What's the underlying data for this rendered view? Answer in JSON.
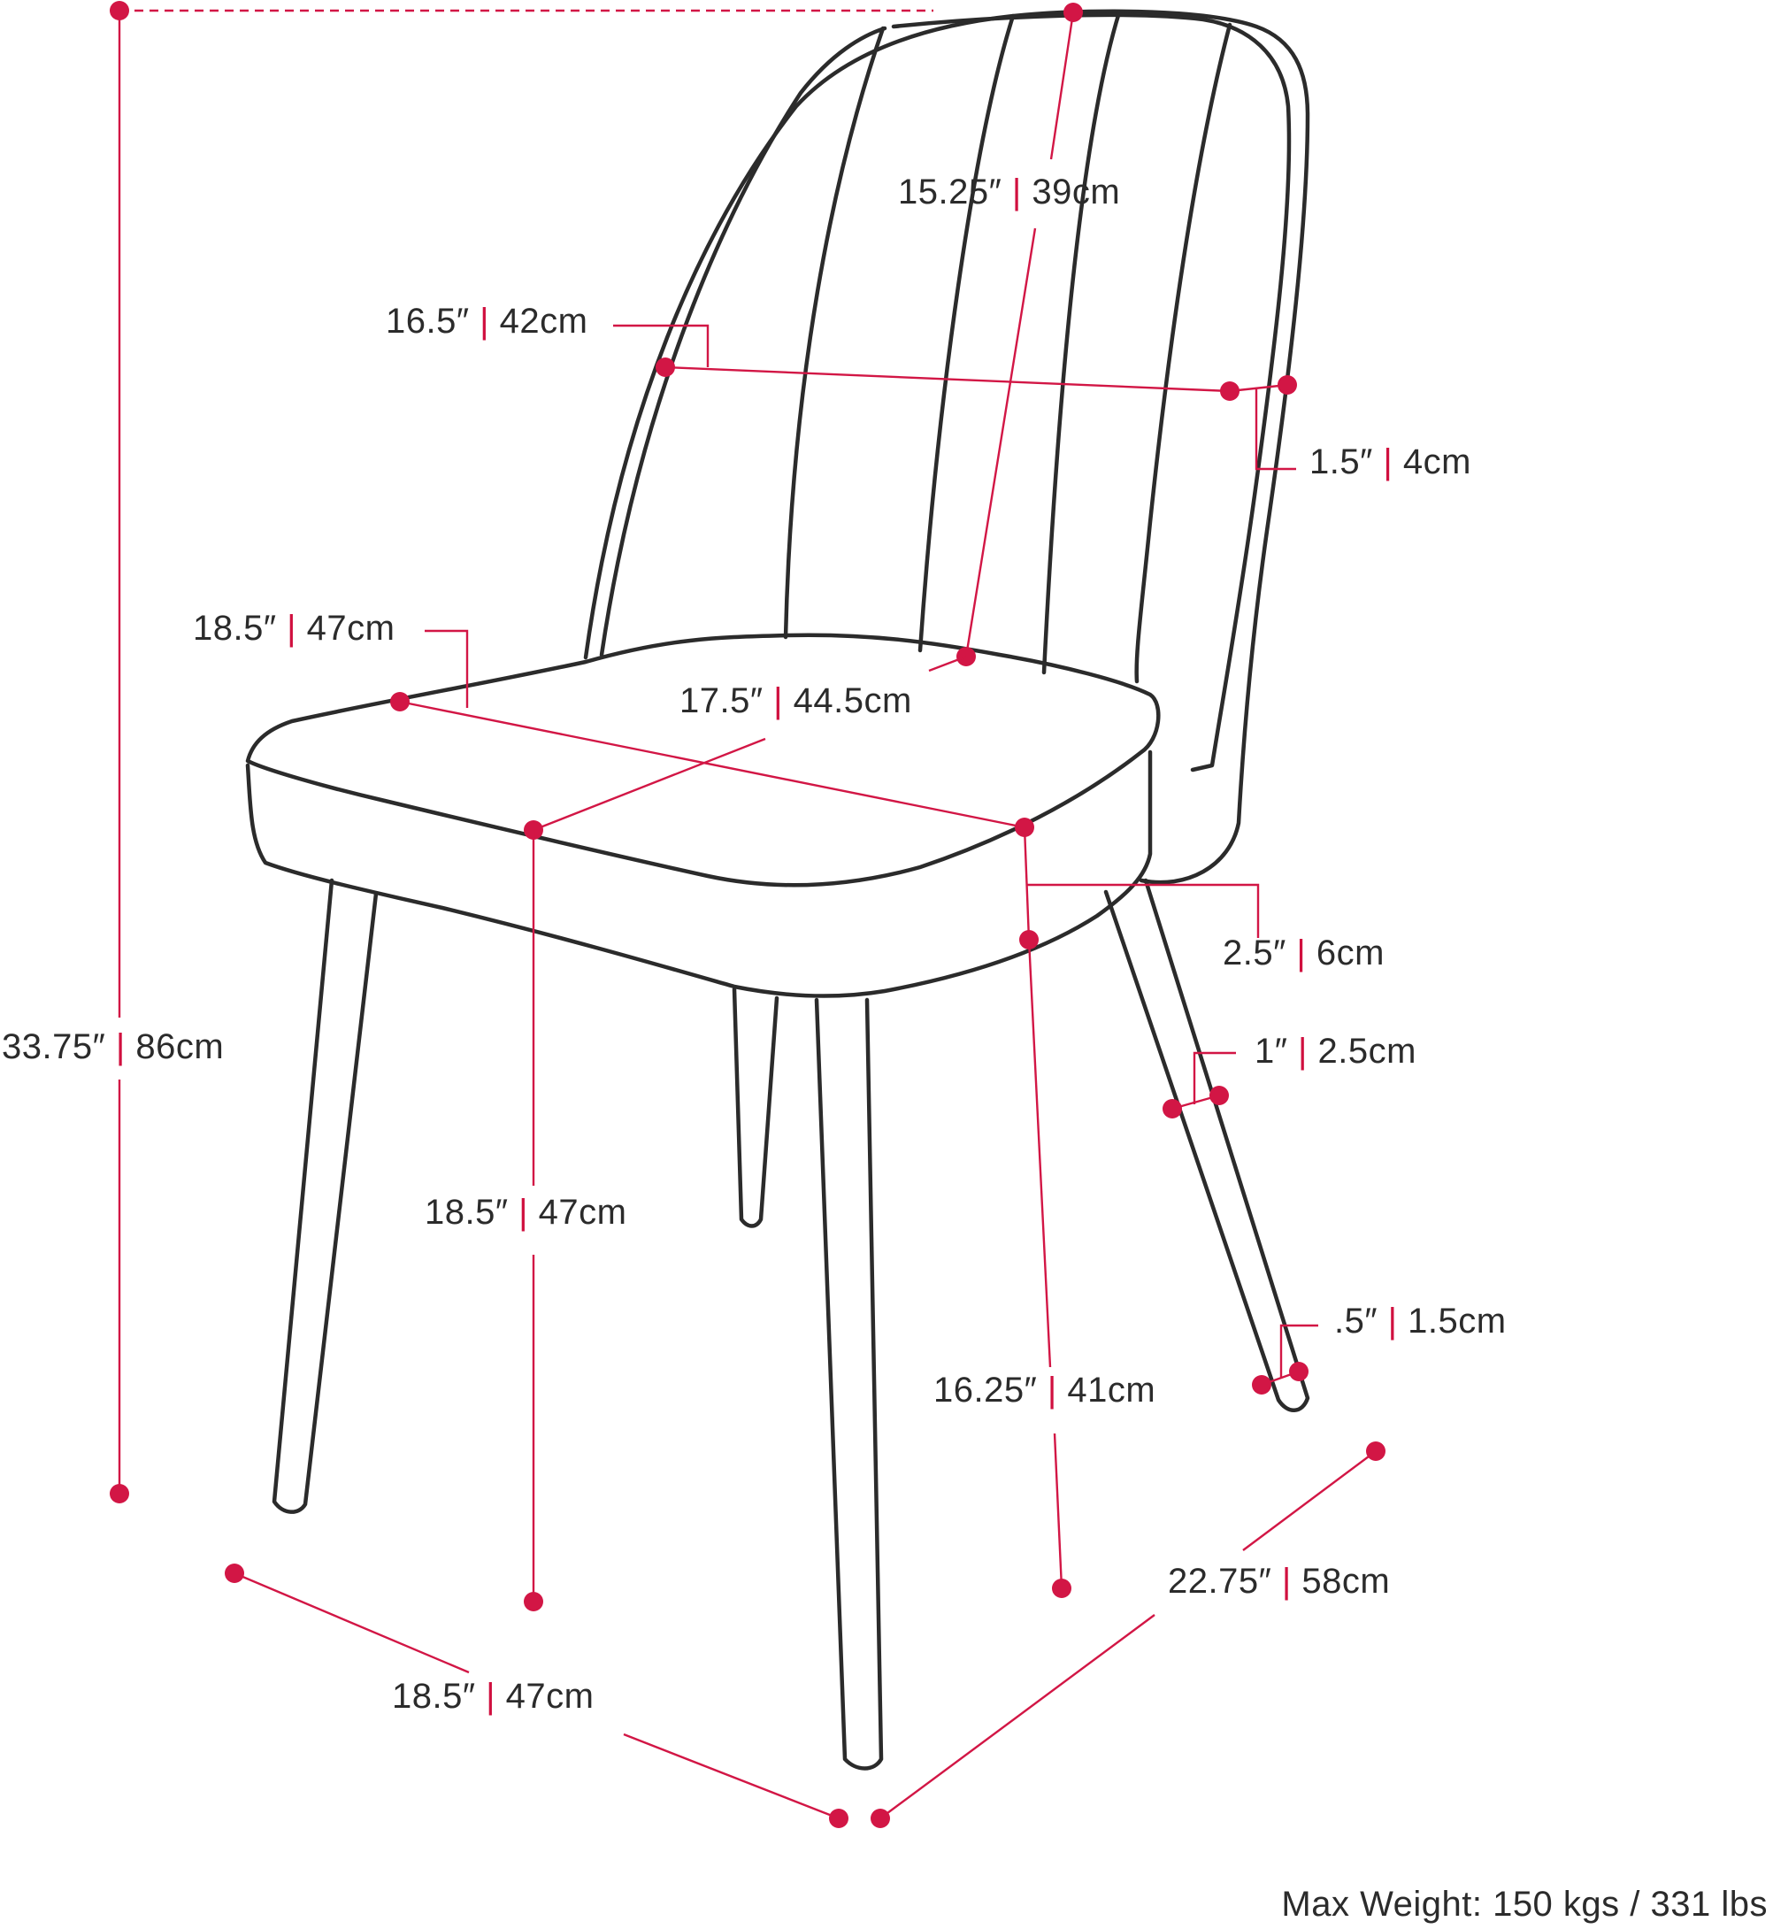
{
  "accent_color": "#d21645",
  "outline_color": "#2b2b2b",
  "dimensions": {
    "overall_height": {
      "imperial": "33.75″",
      "metric": "86cm"
    },
    "back_height": {
      "imperial": "15.25″",
      "metric": "39cm"
    },
    "back_width": {
      "imperial": "16.5″",
      "metric": "42cm"
    },
    "back_thickness": {
      "imperial": "1.5″",
      "metric": "4cm"
    },
    "seat_width": {
      "imperial": "18.5″",
      "metric": "47cm"
    },
    "seat_depth": {
      "imperial": "17.5″",
      "metric": "44.5cm"
    },
    "seat_thickness": {
      "imperial": "2.5″",
      "metric": "6cm"
    },
    "leg_width_top": {
      "imperial": "1″",
      "metric": "2.5cm"
    },
    "leg_width_foot": {
      "imperial": ".5″",
      "metric": "1.5cm"
    },
    "seat_height_front": {
      "imperial": "18.5″",
      "metric": "47cm"
    },
    "seat_height_side": {
      "imperial": "16.25″",
      "metric": "41cm"
    },
    "footprint_depth": {
      "imperial": "22.75″",
      "metric": "58cm"
    },
    "footprint_width": {
      "imperial": "18.5″",
      "metric": "47cm"
    }
  },
  "max_weight": "Max Weight: 150 kgs / 331 lbs"
}
